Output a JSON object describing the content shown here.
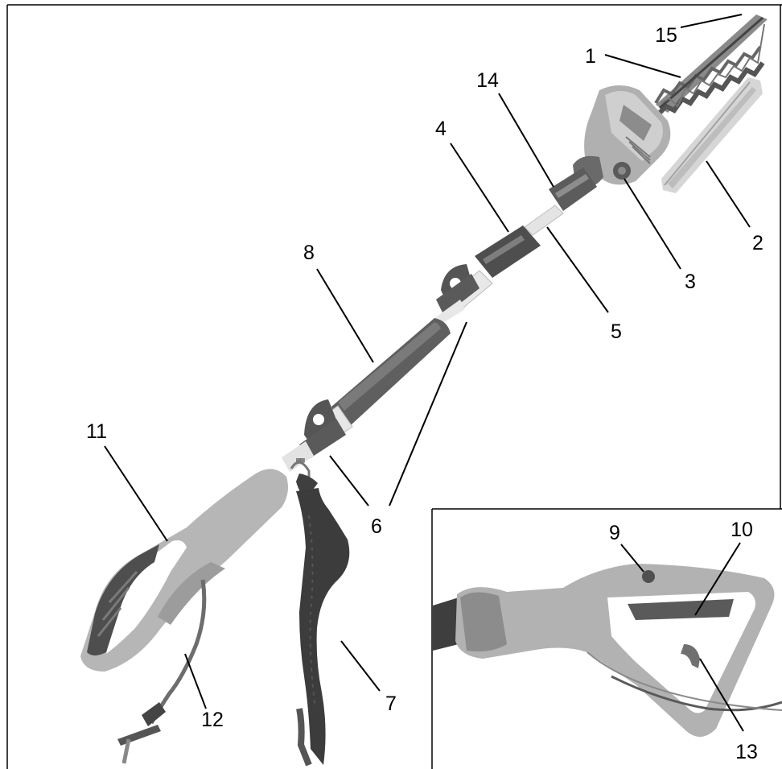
{
  "figure": {
    "callouts": [
      {
        "id": "c1",
        "label": "1"
      },
      {
        "id": "c2",
        "label": "2"
      },
      {
        "id": "c3",
        "label": "3"
      },
      {
        "id": "c4",
        "label": "4"
      },
      {
        "id": "c5",
        "label": "5"
      },
      {
        "id": "c6",
        "label": "6"
      },
      {
        "id": "c7",
        "label": "7"
      },
      {
        "id": "c8",
        "label": "8"
      },
      {
        "id": "c9",
        "label": "9"
      },
      {
        "id": "c10",
        "label": "10"
      },
      {
        "id": "c11",
        "label": "11"
      },
      {
        "id": "c12",
        "label": "12"
      },
      {
        "id": "c13",
        "label": "13"
      },
      {
        "id": "c14",
        "label": "14"
      },
      {
        "id": "c15",
        "label": "15"
      }
    ]
  },
  "colors": {
    "frame": "#000000",
    "tool_body": "#b5b5b5",
    "tool_dark": "#4a4a4a",
    "tool_mid": "#7a7a7a",
    "tool_light": "#e6e6e6",
    "strap": "#3c3c3c"
  }
}
